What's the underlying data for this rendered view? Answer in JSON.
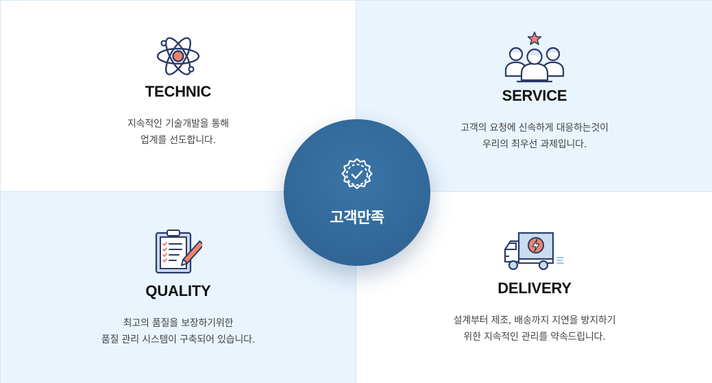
{
  "center": {
    "label": "고객만족",
    "icon": "check-badge-icon"
  },
  "panels": [
    {
      "id": "technic",
      "title": "TECHNIC",
      "icon": "atom-icon",
      "desc": [
        "지속적인 기술개발을 통해",
        "업계를 선도합니다."
      ]
    },
    {
      "id": "service",
      "title": "SERVICE",
      "icon": "team-star-icon",
      "desc": [
        "고객의 요청에 신속하게 대응하는것이",
        "우리의 최우선 과제입니다."
      ]
    },
    {
      "id": "quality",
      "title": "QUALITY",
      "icon": "clipboard-checklist-icon",
      "desc": [
        "최고의 품질을 보장하기위한",
        "품질 관리 시스템이 구축되어 있습니다."
      ]
    },
    {
      "id": "delivery",
      "title": "DELIVERY",
      "icon": "delivery-truck-icon",
      "desc": [
        "설계부터 제조, 배송까지 지연을 방지하기",
        "위한 지속적인 관리를 약속드립니다."
      ]
    }
  ],
  "colors": {
    "navy": "#2b3a67",
    "accent_orange": "#f0836a",
    "light_blue_fill": "#e9f4fd",
    "circle_blue": "#336a9b",
    "border": "#d6e6f2"
  }
}
